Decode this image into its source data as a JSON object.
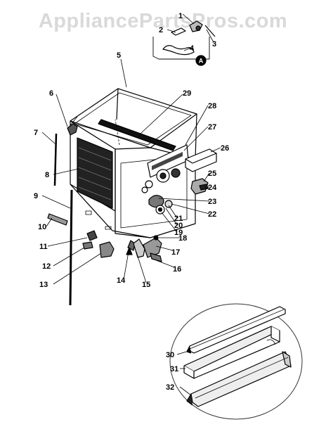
{
  "watermark": "AppliancePartsPros.com",
  "marker_letter": "A",
  "callouts": [
    "1",
    "2",
    "3",
    "4",
    "5",
    "6",
    "7",
    "8",
    "9",
    "10",
    "11",
    "12",
    "13",
    "14",
    "15",
    "16",
    "17",
    "18",
    "19",
    "20",
    "21",
    "22",
    "23",
    "24",
    "25",
    "26",
    "27",
    "28",
    "29",
    "30",
    "31",
    "32"
  ],
  "colors": {
    "line": "#000000",
    "watermark": "#d9d9d9",
    "background": "#ffffff"
  }
}
